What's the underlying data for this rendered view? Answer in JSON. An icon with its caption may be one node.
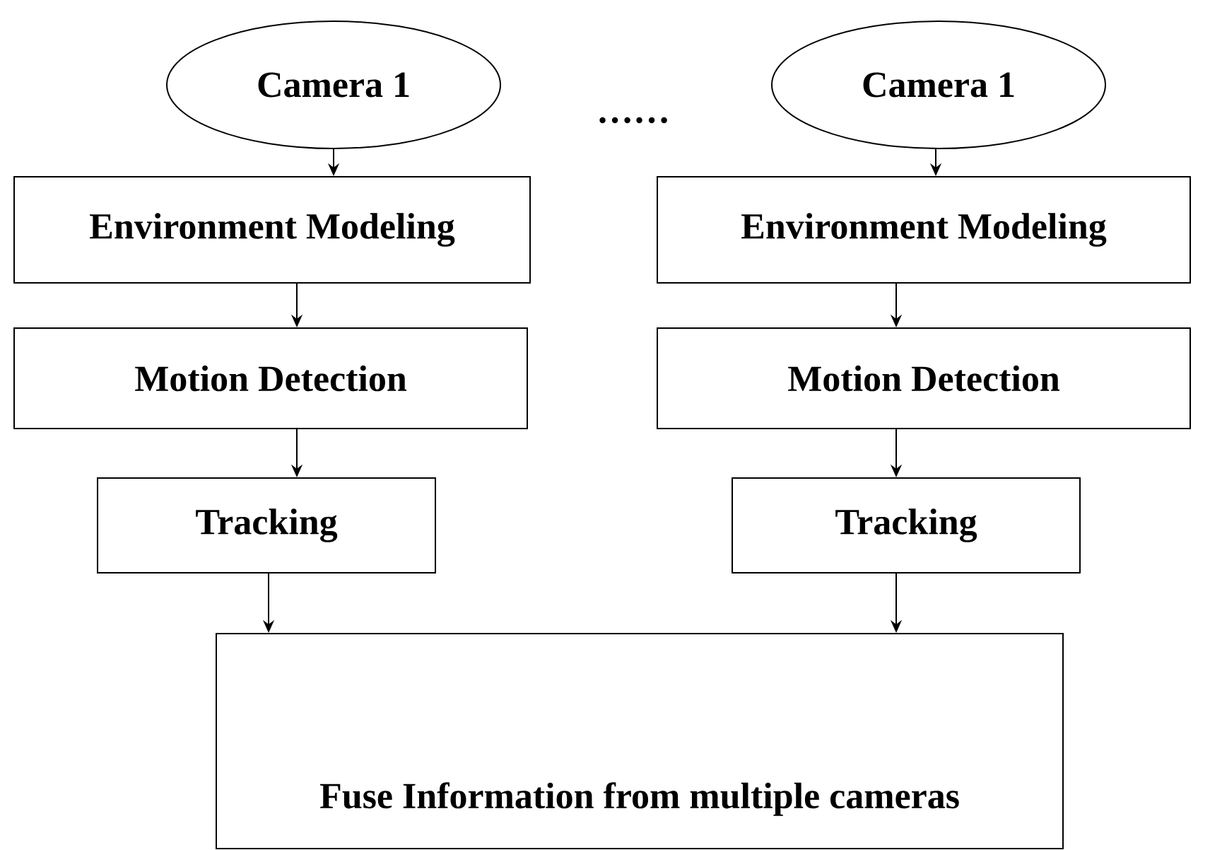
{
  "diagram": {
    "nodes": [
      {
        "text": [
          "Camera 1"
        ]
      },
      {
        "text": [
          "Camera 1"
        ]
      },
      {
        "text": [
          "Environment Modeling"
        ]
      },
      {
        "text": [
          "Environment Modeling"
        ]
      },
      {
        "text": [
          "Motion Detection"
        ]
      },
      {
        "text": [
          "Motion Detection"
        ]
      },
      {
        "text": [
          "Tracking"
        ]
      },
      {
        "text": [
          "Tracking"
        ]
      },
      {
        "text": [
          "Fuse Information from multiple cameras"
        ]
      }
    ],
    "edges": [
      {
        "from": 0,
        "to": 2,
        "arrow": "to"
      },
      {
        "from": 1,
        "to": 3,
        "arrow": "to"
      },
      {
        "from": 2,
        "to": 4,
        "arrow": "to"
      },
      {
        "from": 3,
        "to": 5,
        "arrow": "to"
      },
      {
        "from": 4,
        "to": 6,
        "arrow": "to"
      },
      {
        "from": 5,
        "to": 7,
        "arrow": "to"
      },
      {
        "from": 6,
        "to": 8,
        "arrow": "to"
      },
      {
        "from": 7,
        "to": 8,
        "arrow": "to"
      }
    ],
    "labels": [
      "……"
    ]
  }
}
